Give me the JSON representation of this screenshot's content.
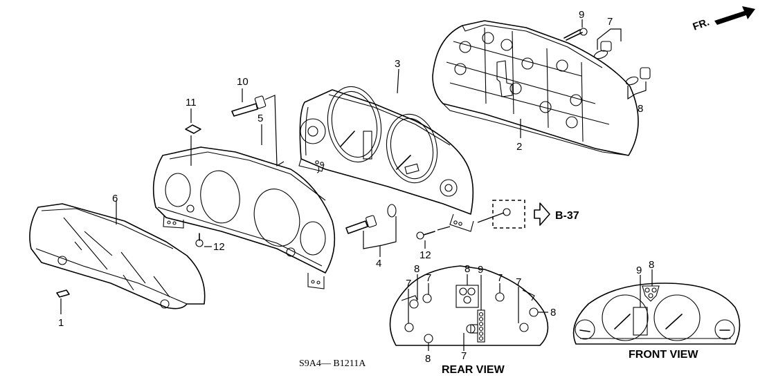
{
  "diagram": {
    "title": "Combination meter exploded view",
    "code": "S9A4— B1211A",
    "direction_label": "FR.",
    "reference_label": "B-37",
    "rear_view_label": "REAR VIEW",
    "front_view_label": "FRONT VIEW",
    "callouts": {
      "p1": "1",
      "p2": "2",
      "p3": "3",
      "p4": "4",
      "p5": "5",
      "p6": "6",
      "p7": "7",
      "p8": "8",
      "p9": "9",
      "p10": "10",
      "p11": "11",
      "p12a": "12",
      "p12b": "12"
    },
    "rear_view_callouts": [
      "8",
      "7",
      "7",
      "8",
      "9",
      "7",
      "7",
      "8",
      "8",
      "7"
    ],
    "front_view_callouts": [
      "9",
      "8"
    ]
  }
}
